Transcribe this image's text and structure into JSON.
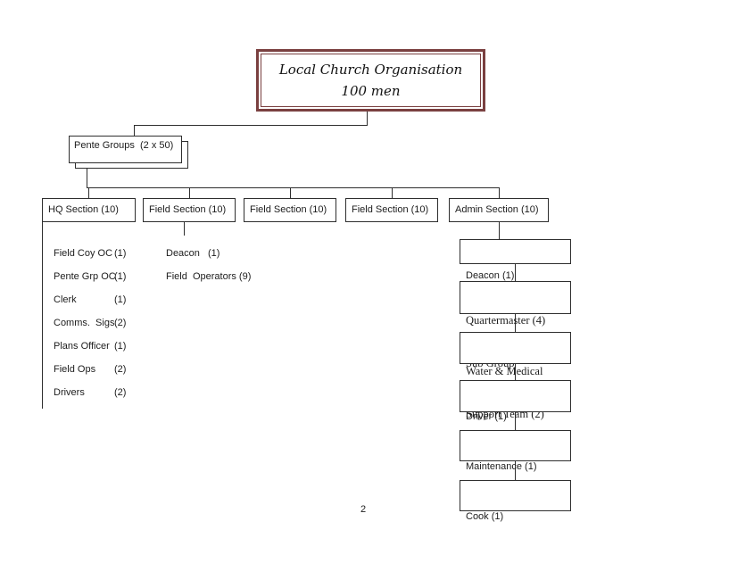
{
  "colors": {
    "root_border": "#7a4040",
    "line": "#2e2e2e",
    "text": "#1c1c1c"
  },
  "root": {
    "title": "Local Church Organisation",
    "subtitle": "100 men"
  },
  "pente_groups": {
    "label": "Pente Groups  (2 x 50)"
  },
  "sections": [
    {
      "label": "HQ Section (10)"
    },
    {
      "label": "Field Section (10)"
    },
    {
      "label": "Field Section (10)"
    },
    {
      "label": "Field Section (10)"
    },
    {
      "label": "Admin Section (10)"
    }
  ],
  "hq_items": [
    {
      "label": "Field Coy OC",
      "count": "(1)"
    },
    {
      "label": "Pente Grp OC",
      "count": "(1)"
    },
    {
      "label": "Clerk",
      "count": "(1)"
    },
    {
      "label": "Comms.  Sigs",
      "count": "(2)"
    },
    {
      "label": "Plans Officer",
      "count": "(1)"
    },
    {
      "label": "Field Ops",
      "count": "(2)"
    },
    {
      "label": "Drivers",
      "count": "(2)"
    }
  ],
  "field_items": [
    {
      "label": "Deacon",
      "count": "(1)"
    },
    {
      "label": "Field  Operators (9)",
      "count": ""
    }
  ],
  "admin_items": [
    {
      "line1": "Deacon (1)",
      "line2": ""
    },
    {
      "line1": "Quartermaster (4)",
      "line2": "Sub Group"
    },
    {
      "line1": "Water & Medical",
      "line2": "Support Team (2)"
    },
    {
      "line1": "Driver (1)",
      "line2": ""
    },
    {
      "line1": "Maintenance (1)",
      "line2": ""
    },
    {
      "line1": "Cook (1)",
      "line2": ""
    }
  ],
  "page": {
    "number": "2"
  }
}
